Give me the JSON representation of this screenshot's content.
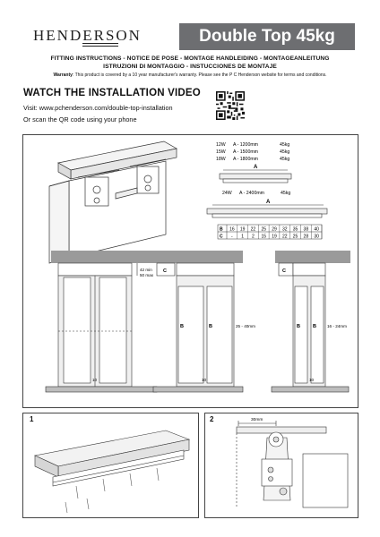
{
  "header": {
    "brand": "HENDERSON",
    "title": "Double Top 45kg",
    "fitting_line1": "FITTING INSTRUCTIONS - NOTICE DE POSE - MONTAGE HANDLEIDING - MONTAGEANLEITUNG",
    "fitting_line2": "ISTRUZIONI DI MONTAGGIO - INSTUCCIONES DE MONTAJE",
    "warranty_label": "Warranty",
    "warranty_text": ": This product is covered by a 10 year manufacturer's warranty. Please see the P C Henderson website for terms and conditions."
  },
  "video": {
    "heading": "WATCH THE INSTALLATION VIDEO",
    "visit": "Visit: www.pchenderson.com/double-top-installation",
    "scan": "Or scan the QR code using your phone"
  },
  "track_table": {
    "rows": [
      {
        "code": "12W",
        "length": "A - 1200mm",
        "weight": "45kg"
      },
      {
        "code": "15W",
        "length": "A - 1500mm",
        "weight": "45kg"
      },
      {
        "code": "18W",
        "length": "A - 1800mm",
        "weight": "45kg"
      }
    ],
    "long_row": {
      "code": "24W",
      "length": "A - 2400mm",
      "weight": "45kg"
    },
    "dim_label": "A"
  },
  "bc_table": {
    "b_label": "B",
    "c_label": "C",
    "b_values": [
      "16",
      "19",
      "22",
      "25",
      "29",
      "32",
      "35",
      "38",
      "40"
    ],
    "c_values": [
      "-",
      "1",
      "2",
      "15",
      "19",
      "22",
      "25",
      "28",
      "30"
    ]
  },
  "sections": {
    "left_dims": "42 min\n50 max",
    "left_dim1": "42 min",
    "left_dim2": "50 max",
    "mid_range": "25 - 40mm",
    "right_range": "16 - 24mm",
    "c_label": "C",
    "b_label": "B",
    "gap_10": "10"
  },
  "steps": {
    "step1": "1",
    "step2": "2",
    "dim_30": "30mm"
  }
}
